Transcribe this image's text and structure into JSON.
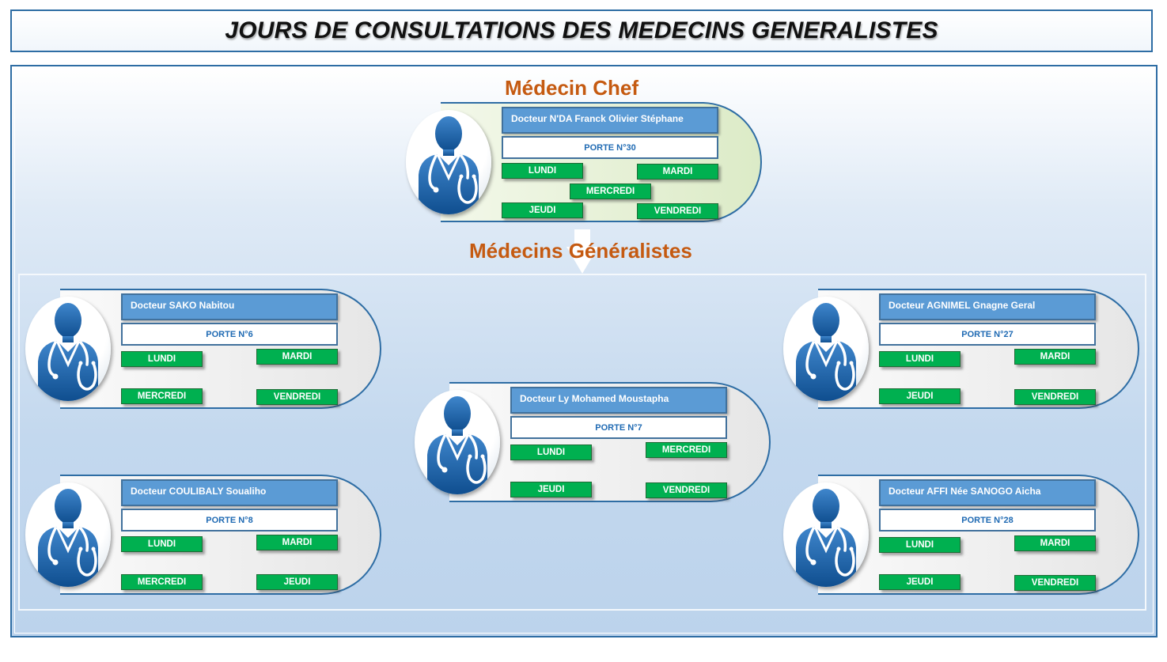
{
  "header": {
    "title": "JOURS DE CONSULTATIONS DES MEDECINS GENERALISTES"
  },
  "sections": {
    "chief_title": "Médecin Chef",
    "generalists_title": "Médecins Généralistes"
  },
  "icons": {
    "avatar": "doctor-icon",
    "arrow": "arrow-down-icon"
  },
  "colors": {
    "accent_orange": "#c55a11",
    "name_blue": "#5b9bd5",
    "door_text": "#1f6ab3",
    "day_green": "#00b050",
    "border_blue": "#2e6da4"
  },
  "chief": {
    "name": "Docteur N'DA Franck Olivier Stéphane",
    "door": "PORTE N°30",
    "days": [
      "LUNDI",
      "MARDI",
      "MERCREDI",
      "JEUDI",
      "VENDREDI"
    ]
  },
  "doctors": [
    {
      "name": "Docteur SAKO Nabitou",
      "door": "PORTE N°6",
      "days": [
        "LUNDI",
        "MARDI",
        "MERCREDI",
        "VENDREDI"
      ]
    },
    {
      "name": "Docteur AGNIMEL Gnagne Geral",
      "door": "PORTE N°27",
      "days": [
        "LUNDI",
        "MARDI",
        "JEUDI",
        "VENDREDI"
      ]
    },
    {
      "name": "Docteur Ly Mohamed Moustapha",
      "door": "PORTE N°7",
      "days": [
        "LUNDI",
        "MERCREDI",
        "JEUDI",
        "VENDREDI"
      ]
    },
    {
      "name": "Docteur COULIBALY Soualiho",
      "door": "PORTE N°8",
      "days": [
        "LUNDI",
        "MARDI",
        "MERCREDI",
        "JEUDI"
      ]
    },
    {
      "name": "Docteur AFFI Née SANOGO Aicha",
      "door": "PORTE N°28",
      "days": [
        "LUNDI",
        "MARDI",
        "JEUDI",
        "VENDREDI"
      ]
    }
  ]
}
